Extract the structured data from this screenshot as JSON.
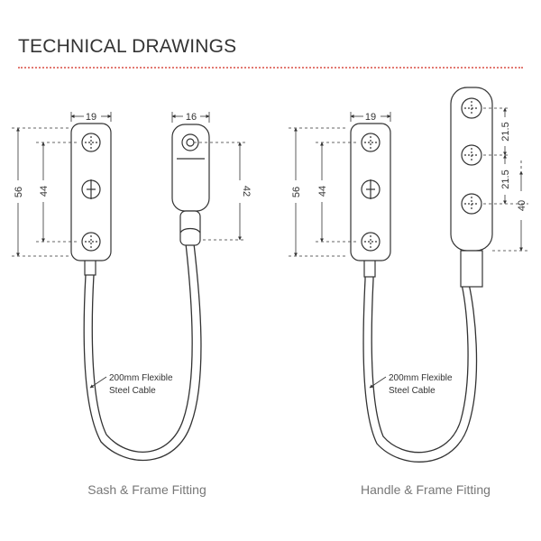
{
  "header": {
    "title": "TECHNICAL DRAWINGS"
  },
  "sash_frame": {
    "caption": "Sash & Frame Fitting",
    "dim_width": "19",
    "dim_total_height": "56",
    "dim_hole_spacing": "44",
    "dim_end_width": "16",
    "dim_end_height": "42",
    "cable_note_line1": "200mm Flexible",
    "cable_note_line2": "Steel Cable"
  },
  "handle_frame": {
    "caption": "Handle & Frame Fitting",
    "dim_width": "19",
    "dim_total_height": "56",
    "dim_hole_spacing": "44",
    "dim_pitch_upper": "21.5",
    "dim_pitch_lower": "21.5",
    "dim_plate_height": "40",
    "cable_note_line1": "200mm Flexible",
    "cable_note_line2": "Steel Cable"
  }
}
